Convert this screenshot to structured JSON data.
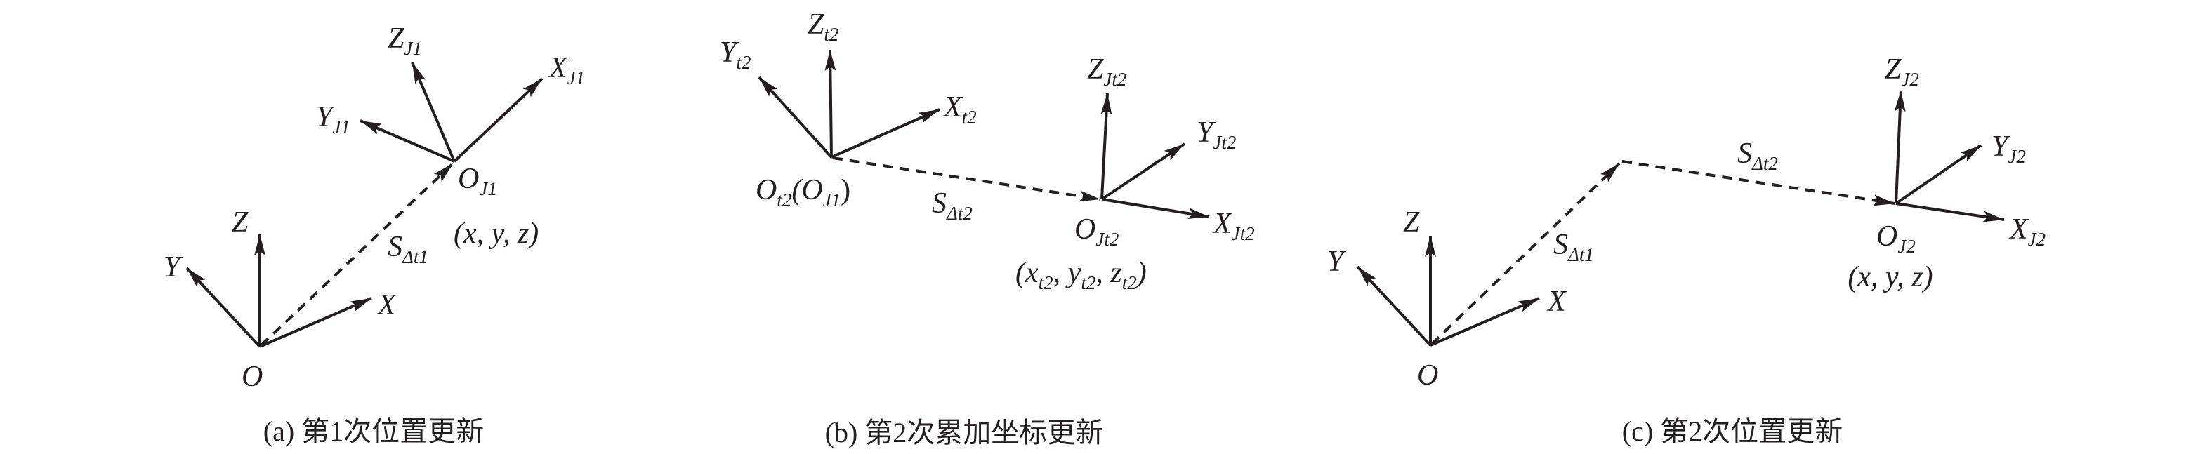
{
  "panels": [
    {
      "caption": "(a) 第1次位置更新",
      "labels": {
        "Z": {
          "main": "Z",
          "sub": ""
        },
        "Y": {
          "main": "Y",
          "sub": ""
        },
        "X": {
          "main": "X",
          "sub": ""
        },
        "O": {
          "main": "O",
          "sub": ""
        },
        "ZJ": {
          "main": "Z",
          "sub": "J1"
        },
        "YJ": {
          "main": "Y",
          "sub": "J1"
        },
        "XJ": {
          "main": "X",
          "sub": "J1"
        },
        "OJ": {
          "main": "O",
          "sub": "J1"
        },
        "S": {
          "main": "S",
          "sub": "Δt1"
        },
        "coord": "(x, y, z)"
      }
    },
    {
      "caption": "(b) 第2次累加坐标更新",
      "labels": {
        "Z": {
          "main": "Z",
          "sub": "t2"
        },
        "Y": {
          "main": "Y",
          "sub": "t2"
        },
        "X": {
          "main": "X",
          "sub": "t2"
        },
        "O": {
          "main": "O",
          "sub": "t2",
          "paren_main": "(O",
          "paren_sub": "J1",
          "close": ")"
        },
        "ZJ": {
          "main": "Z",
          "sub": "Jt2"
        },
        "YJ": {
          "main": "Y",
          "sub": "Jt2"
        },
        "XJ": {
          "main": "X",
          "sub": "Jt2"
        },
        "OJ": {
          "main": "O",
          "sub": "Jt2"
        },
        "S": {
          "main": "S",
          "sub": "Δt2"
        },
        "coord": {
          "open": "(x",
          "s1": "t2",
          "m2": ", y",
          "s2": "t2",
          "m3": ", z",
          "s3": "t2",
          "close": ")"
        }
      }
    },
    {
      "caption": "(c) 第2次位置更新",
      "labels": {
        "Z": {
          "main": "Z",
          "sub": ""
        },
        "Y": {
          "main": "Y",
          "sub": ""
        },
        "X": {
          "main": "X",
          "sub": ""
        },
        "O": {
          "main": "O",
          "sub": ""
        },
        "ZJ": {
          "main": "Z",
          "sub": "J2"
        },
        "YJ": {
          "main": "Y",
          "sub": "J2"
        },
        "XJ": {
          "main": "X",
          "sub": "J2"
        },
        "OJ": {
          "main": "O",
          "sub": "J2"
        },
        "S1": {
          "main": "S",
          "sub": "Δt1"
        },
        "S2": {
          "main": "S",
          "sub": "Δt2"
        },
        "coord": "(x, y, z)"
      }
    }
  ]
}
